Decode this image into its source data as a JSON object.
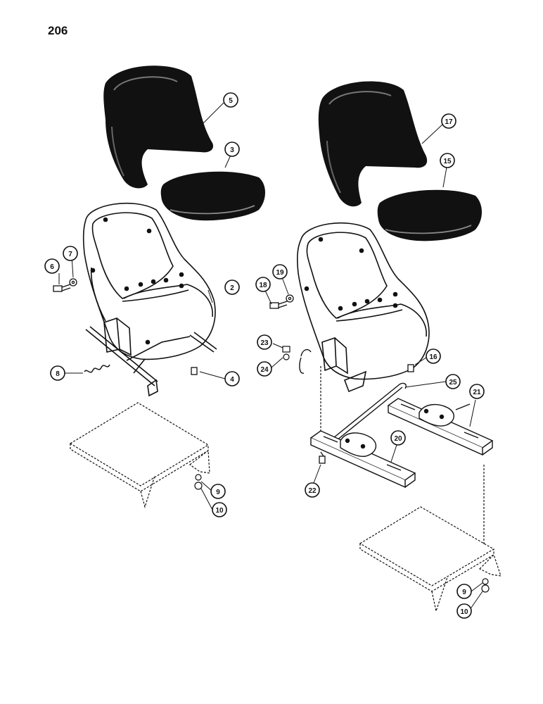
{
  "page": {
    "number": "206"
  },
  "callouts": {
    "c5": "5",
    "c3": "3",
    "c17": "17",
    "c15": "15",
    "c6": "6",
    "c7": "7",
    "c2": "2",
    "c18": "18",
    "c19": "19",
    "c8": "8",
    "c4": "4",
    "c23": "23",
    "c24": "24",
    "c16": "16",
    "c25": "25",
    "c21": "21",
    "c20": "20",
    "c22": "22",
    "c9a": "9",
    "c10a": "10",
    "c9b": "9",
    "c10b": "10"
  }
}
